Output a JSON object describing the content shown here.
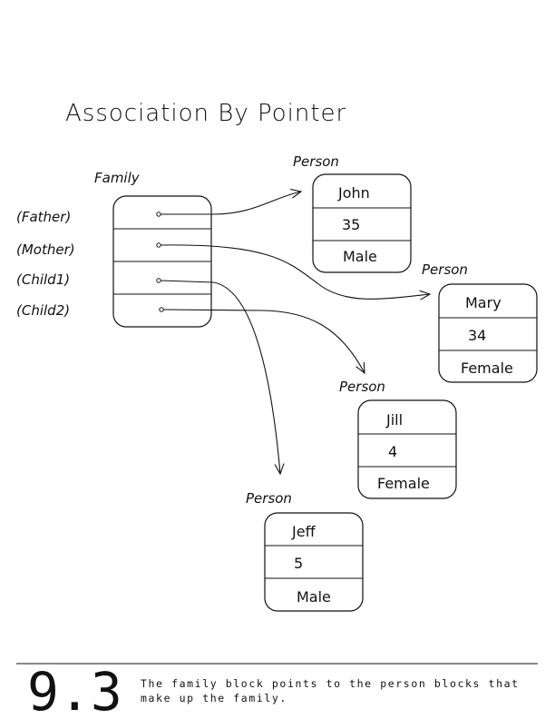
{
  "title": "Association By Pointer",
  "family_block": {
    "label": "Family",
    "slots": [
      "(Father)",
      "(Mother)",
      "(Child1)",
      "(Child2)"
    ]
  },
  "persons": [
    {
      "label": "Person",
      "name": "John",
      "age": "35",
      "sex": "Male"
    },
    {
      "label": "Person",
      "name": "Mary",
      "age": "34",
      "sex": "Female"
    },
    {
      "label": "Person",
      "name": "Jill",
      "age": "4",
      "sex": "Female"
    },
    {
      "label": "Person",
      "name": "Jeff",
      "age": "5",
      "sex": "Male"
    }
  ],
  "figure": {
    "number": "9.3",
    "caption_line1": "The family block points to the person blocks that",
    "caption_line2": "make up the family."
  }
}
